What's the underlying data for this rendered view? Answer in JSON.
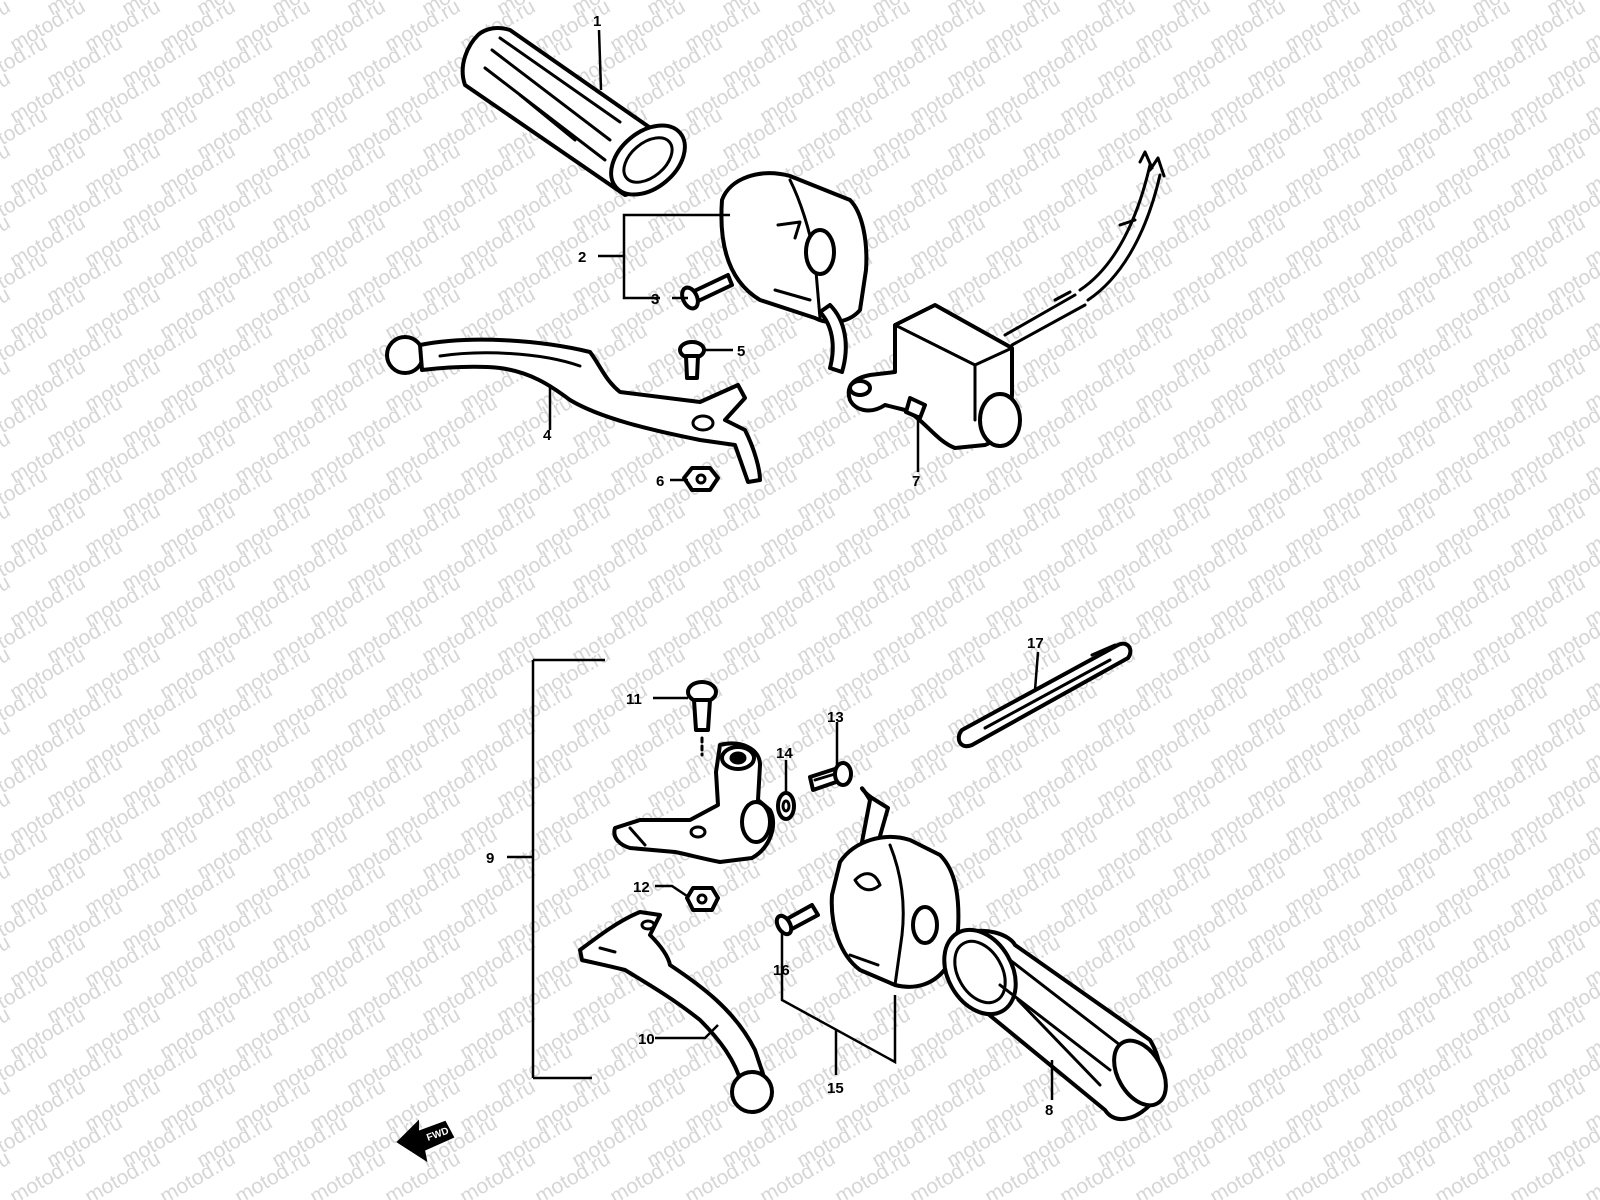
{
  "watermark": "motod.ru",
  "fwd_label": "FWD",
  "callouts": [
    "1",
    "2",
    "3",
    "4",
    "5",
    "6",
    "7",
    "8",
    "9",
    "10",
    "11",
    "12",
    "13",
    "14",
    "15",
    "16",
    "17"
  ],
  "colors": {
    "line": "#000000",
    "watermark": "#d6d6d6",
    "background": "#ffffff"
  }
}
